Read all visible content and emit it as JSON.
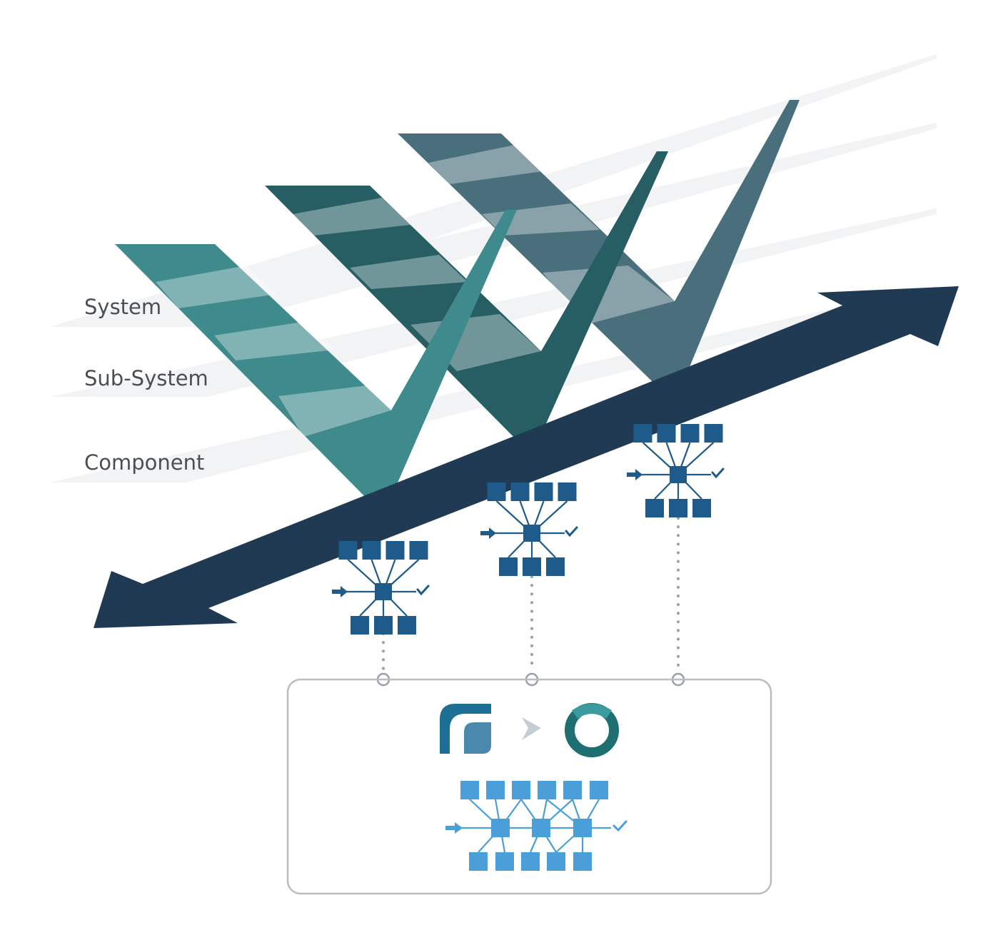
{
  "levels": {
    "system": "System",
    "sub_system": "Sub-System",
    "component": "Component"
  },
  "colors": {
    "plane": "#f2f3f5",
    "v1": "#3e8a8c",
    "v2": "#265e63",
    "v3": "#4a6f7c",
    "band_light": "#ffffff",
    "axis": "#1f3a52",
    "node_dark": "#1e5b8b",
    "node_light": "#4a9fd8",
    "connector": "#9aa0a6",
    "frame": "#b9bcc0",
    "logo_left": "#1d6f94",
    "logo_left_inner": "#4a89ac",
    "logo_right": "#1e6f72",
    "logo_right_accent": "#3a9aa0",
    "chevron": "#c4ccd6"
  },
  "icons": {
    "axis": "double-arrow-icon",
    "network": "network-graph-icon",
    "input": "arrow-right-icon",
    "output": "checkmark-icon",
    "logo_source": "bracket-logo-icon",
    "logo_target": "ring-logo-icon",
    "migrate": "chevron-right-icon"
  }
}
